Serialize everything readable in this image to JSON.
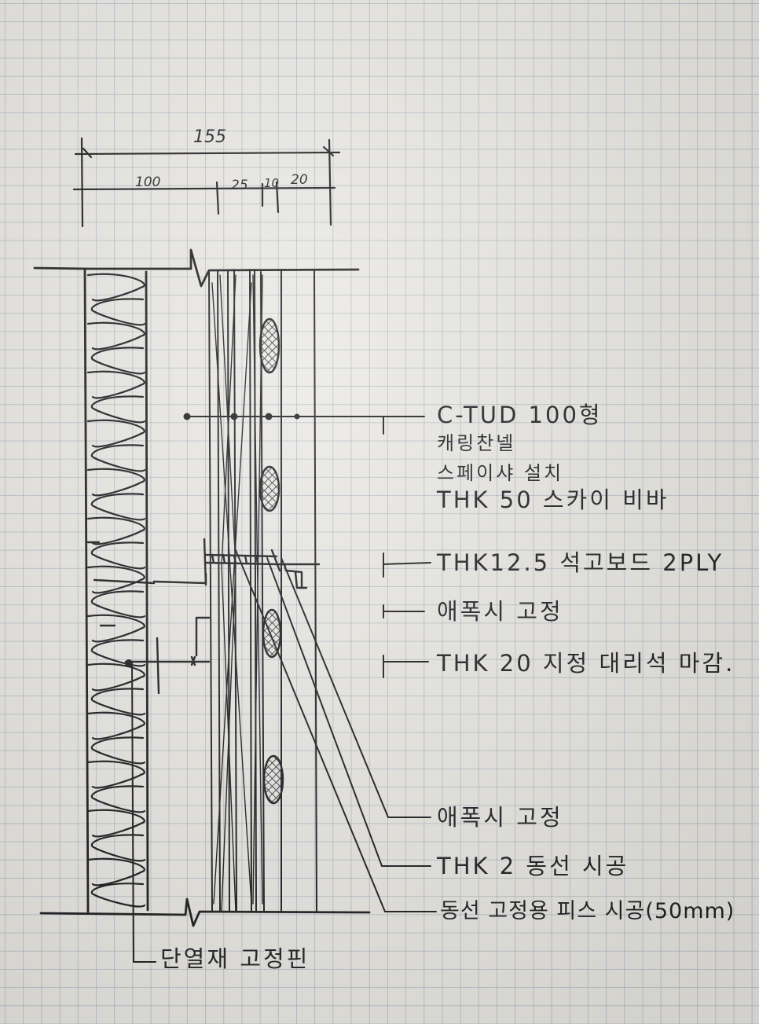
{
  "dimensions": {
    "total": "155",
    "insulation": "100",
    "stud": "25",
    "channel": "10",
    "finish": "20"
  },
  "labels": {
    "c_stud": "C-TUD 100형",
    "carrying_channel": "캐링찬넬",
    "spacer": "스페이샤 설치",
    "sky_bar": "THK 50 스카이 비바",
    "gypsum_board": "THK12.5 석고보드 2PLY",
    "epoxy_fix_1": "애폭시 고정",
    "marble_finish": "THK 20 지정 대리석 마감.",
    "epoxy_fix_2": "애폭시 고정",
    "copper_wire": "THK 2 동선 시공",
    "wire_fix_screw": "동선 고정용 피스 시공(50mm)",
    "insulation_pin": "단열재 고정핀"
  }
}
